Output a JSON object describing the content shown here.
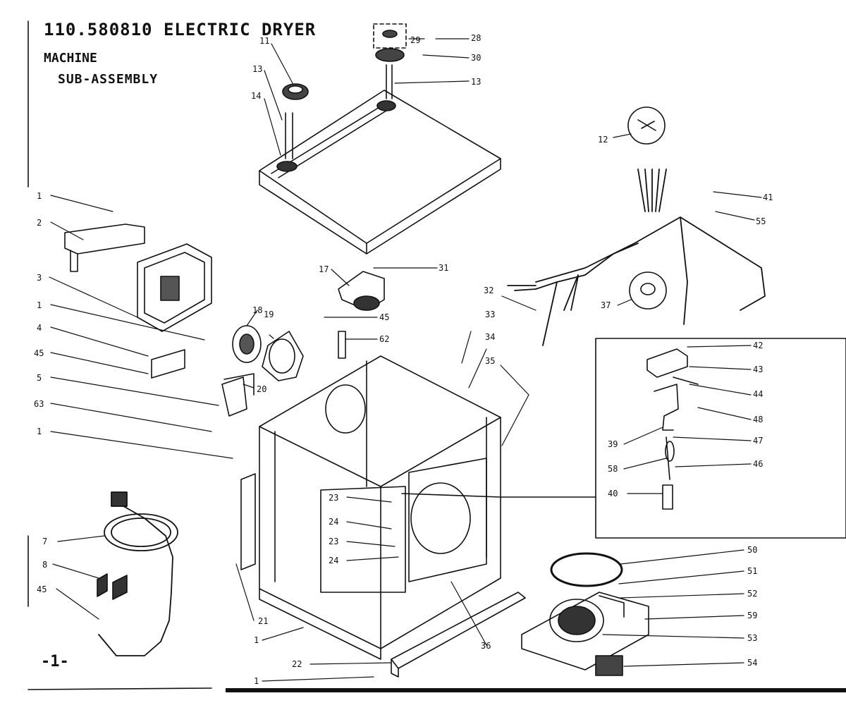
{
  "header": {
    "title": "110.580810 ELECTRIC DRYER",
    "line2": "MACHINE",
    "line3": "SUB-ASSEMBLY"
  },
  "page_number": "-1-",
  "callouts": [
    {
      "id": "c11",
      "label": "11"
    },
    {
      "id": "c13a",
      "label": "13"
    },
    {
      "id": "c14",
      "label": "14"
    },
    {
      "id": "c29",
      "label": "29"
    },
    {
      "id": "c28",
      "label": "28"
    },
    {
      "id": "c30",
      "label": "30"
    },
    {
      "id": "c13b",
      "label": "13"
    },
    {
      "id": "c12",
      "label": "12"
    },
    {
      "id": "c41",
      "label": "41"
    },
    {
      "id": "c55",
      "label": "55"
    },
    {
      "id": "c1a",
      "label": "1"
    },
    {
      "id": "c2",
      "label": "2"
    },
    {
      "id": "c3",
      "label": "3"
    },
    {
      "id": "c1b",
      "label": "1"
    },
    {
      "id": "c4",
      "label": "4"
    },
    {
      "id": "c45a",
      "label": "45"
    },
    {
      "id": "c5",
      "label": "5"
    },
    {
      "id": "c63",
      "label": "63"
    },
    {
      "id": "c1c",
      "label": "1"
    },
    {
      "id": "c17",
      "label": "17"
    },
    {
      "id": "c31",
      "label": "31"
    },
    {
      "id": "c18",
      "label": "18"
    },
    {
      "id": "c19",
      "label": "19"
    },
    {
      "id": "c45b",
      "label": "45"
    },
    {
      "id": "c62",
      "label": "62"
    },
    {
      "id": "c20",
      "label": "20"
    },
    {
      "id": "c32",
      "label": "32"
    },
    {
      "id": "c33",
      "label": "33"
    },
    {
      "id": "c34",
      "label": "34"
    },
    {
      "id": "c35",
      "label": "35"
    },
    {
      "id": "c37",
      "label": "37"
    },
    {
      "id": "c42",
      "label": "42"
    },
    {
      "id": "c43",
      "label": "43"
    },
    {
      "id": "c44",
      "label": "44"
    },
    {
      "id": "c48",
      "label": "48"
    },
    {
      "id": "c39",
      "label": "39"
    },
    {
      "id": "c47",
      "label": "47"
    },
    {
      "id": "c58",
      "label": "58"
    },
    {
      "id": "c46",
      "label": "46"
    },
    {
      "id": "c40",
      "label": "40"
    },
    {
      "id": "c23a",
      "label": "23"
    },
    {
      "id": "c24a",
      "label": "24"
    },
    {
      "id": "c23b",
      "label": "23"
    },
    {
      "id": "c24b",
      "label": "24"
    },
    {
      "id": "c7",
      "label": "7"
    },
    {
      "id": "c8",
      "label": "8"
    },
    {
      "id": "c45c",
      "label": "45"
    },
    {
      "id": "c21",
      "label": "21"
    },
    {
      "id": "c1d",
      "label": "1"
    },
    {
      "id": "c22",
      "label": "22"
    },
    {
      "id": "c1e",
      "label": "1"
    },
    {
      "id": "c36",
      "label": "36"
    },
    {
      "id": "c50",
      "label": "50"
    },
    {
      "id": "c51",
      "label": "51"
    },
    {
      "id": "c52",
      "label": "52"
    },
    {
      "id": "c59",
      "label": "59"
    },
    {
      "id": "c53",
      "label": "53"
    },
    {
      "id": "c54",
      "label": "54"
    }
  ]
}
